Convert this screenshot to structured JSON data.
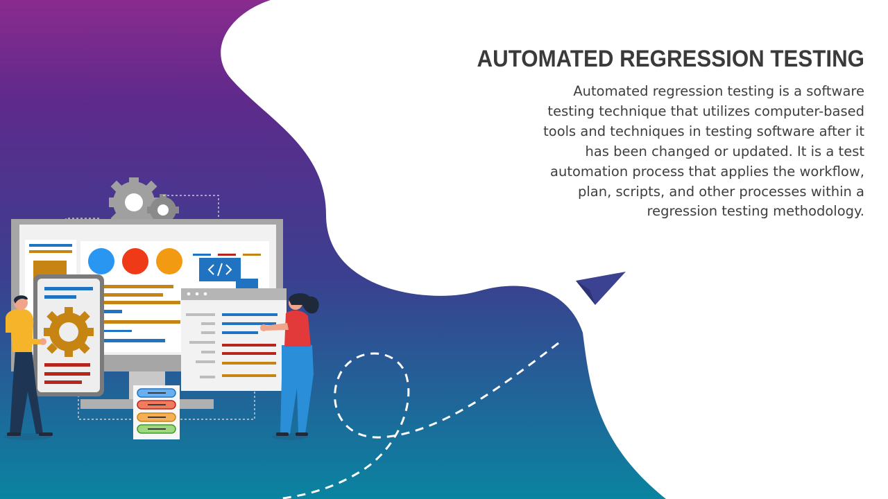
{
  "slide": {
    "title": "AUTOMATED REGRESSION TESTING",
    "body": "Automated regression testing is a software testing technique that utilizes computer-based tools and techniques in testing software after it has been changed or updated. It is a test automation process that applies the workflow, plan, scripts, and other processes within a regression testing methodology."
  },
  "colors": {
    "gradient_top": "#7b2a8f",
    "gradient_mid": "#3d3b8e",
    "gradient_bottom": "#0e7f9e",
    "title_text": "#3a3a3a",
    "body_text": "#3e3e3e"
  },
  "illustration": {
    "icons": [
      "gear-icon",
      "code-icon",
      "paper-plane-icon"
    ],
    "figures": [
      "man-with-phone",
      "woman-presenting"
    ]
  }
}
